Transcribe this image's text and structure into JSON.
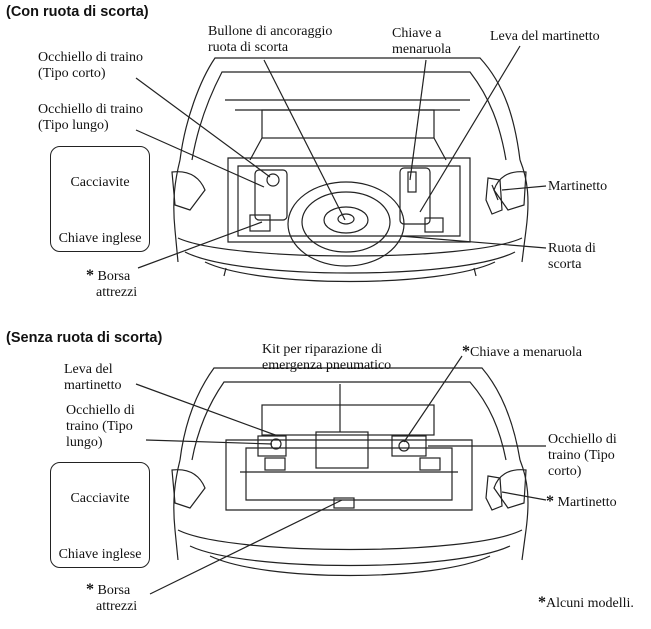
{
  "top": {
    "heading": "(Con ruota di scorta)",
    "bullone": [
      "Bullone di ancoraggio",
      "ruota di scorta"
    ],
    "chiave_menaruola": [
      "Chiave a",
      "menaruola"
    ],
    "leva": "Leva del martinetto",
    "occhiello_corto": [
      "Occhiello di traino",
      "(Tipo corto)"
    ],
    "occhiello_lungo": [
      "Occhiello di traino",
      "(Tipo lungo)"
    ],
    "martinetto": "Martinetto",
    "ruota": [
      "Ruota di",
      "scorta"
    ],
    "cacciavite": "Cacciavite",
    "chiave_inglese": "Chiave inglese",
    "borsa_ast": "*",
    "borsa": [
      "Borsa",
      "attrezzi"
    ]
  },
  "bottom": {
    "heading": "(Senza ruota di scorta)",
    "kit": [
      "Kit per riparazione di",
      "emergenza pneumatico"
    ],
    "chiave_ast": "*",
    "chiave": "Chiave a menaruola",
    "leva": [
      "Leva del",
      "martinetto"
    ],
    "occhiello_lungo": [
      "Occhiello di",
      "traino (Tipo",
      "lungo)"
    ],
    "occhiello_corto": [
      "Occhiello di",
      "traino (Tipo",
      "corto)"
    ],
    "martinetto_ast": "*",
    "martinetto": "Martinetto",
    "cacciavite": "Cacciavite",
    "chiave_inglese": "Chiave inglese",
    "borsa_ast": "*",
    "borsa": [
      "Borsa",
      "attrezzi"
    ],
    "note_ast": "*",
    "note": "Alcuni modelli."
  }
}
